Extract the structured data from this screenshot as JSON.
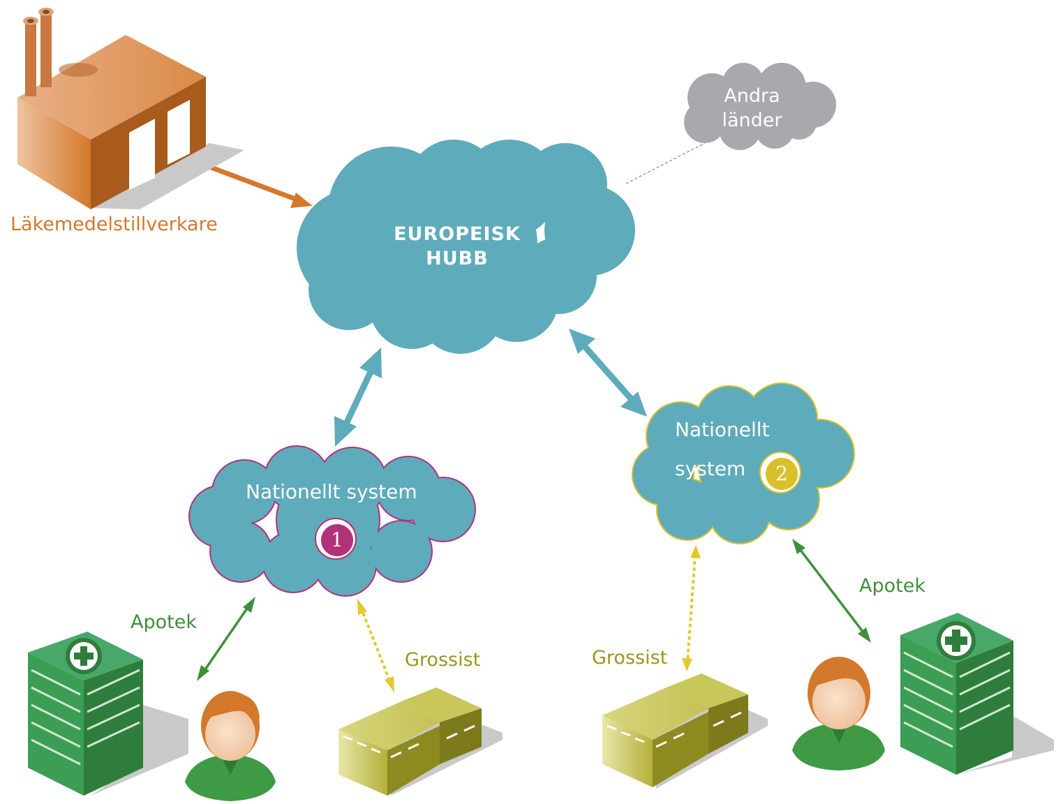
{
  "colors": {
    "cloud_fill": "#5eabbb",
    "cloud_other_fill": "#a7a9ac",
    "manufacturer": "#d4782c",
    "pharmacy_green": "#3f8f3a",
    "wholesaler_olive": "#9a9620",
    "wholesaler_arrow": "#e2c92e",
    "badge1": "#b2327a",
    "badge2": "#d8c02a",
    "hub_arrow": "#5eabbb",
    "connector_gray": "#9a9a9a"
  },
  "nodes": {
    "manufacturer_label": "Läkemedelstillverkare",
    "hub_label_line1": "EUROPEISK",
    "hub_label_line2": "HUBB",
    "other_countries_line1": "Andra",
    "other_countries_line2": "länder",
    "national_system_1_label": "Nationellt system",
    "national_system_1_badge": "1",
    "national_system_2_line1": "Nationellt",
    "national_system_2_line2": "system",
    "national_system_2_badge": "2",
    "pharmacy_label_left": "Apotek",
    "wholesaler_label_left": "Grossist",
    "wholesaler_label_right": "Grossist",
    "pharmacy_label_right": "Apotek"
  },
  "icons": [
    "factory-icon",
    "cloud-icon",
    "hospital-icon",
    "person-icon",
    "warehouse-icon"
  ]
}
